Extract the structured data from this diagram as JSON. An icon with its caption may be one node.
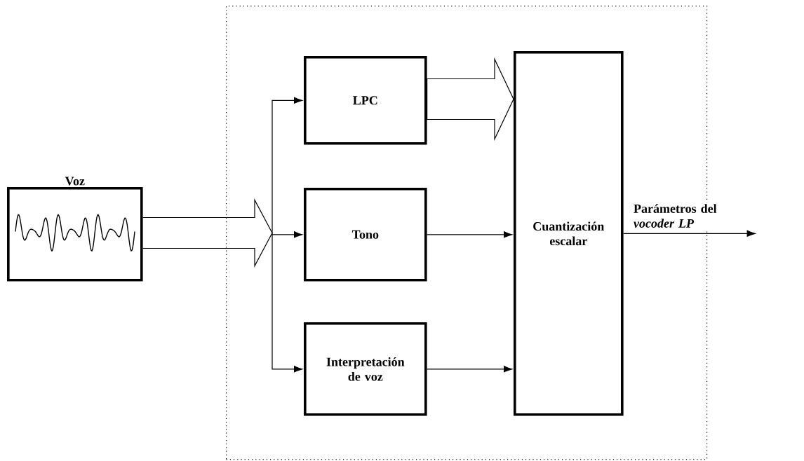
{
  "diagram": {
    "nodes": [
      {
        "text": [
          "Voz"
        ]
      },
      {
        "text": [],
        "shape": "box"
      },
      {
        "text": [
          "LPC"
        ],
        "in": 1
      },
      {
        "text": [
          "Tono"
        ],
        "in": 1
      },
      {
        "text": [
          "Interpretación de voz"
        ],
        "in": 1
      },
      {
        "text": [
          "Cuantización escalar"
        ],
        "in": 1
      }
    ],
    "edges": [
      {
        "from": 0,
        "to": 2,
        "arrow": "to"
      },
      {
        "from": 0,
        "to": 3,
        "arrow": "to"
      },
      {
        "from": 0,
        "to": 4,
        "arrow": "to"
      },
      {
        "from": 2,
        "to": 5,
        "arrow": "to"
      },
      {
        "from": 3,
        "to": 5,
        "arrow": "to"
      },
      {
        "from": 4,
        "to": 5,
        "arrow": "to"
      },
      {
        "from": 5,
        "to": null,
        "arrow": "to",
        "label": "Parámetros del *vocoder LP*"
      }
    ]
  }
}
